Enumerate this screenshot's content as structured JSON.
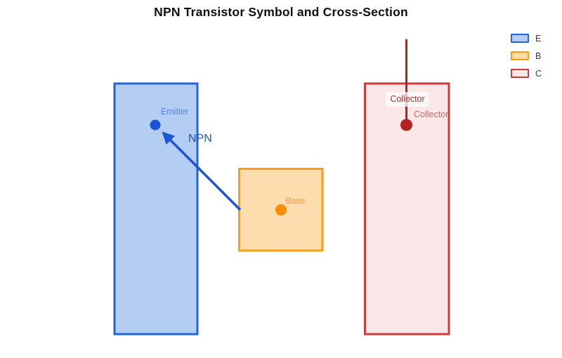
{
  "title": "NPN Transistor Symbol and Cross-Section",
  "legend": {
    "items": [
      {
        "label": "E",
        "fill": "#b3cdf3",
        "border": "#2165dd"
      },
      {
        "label": "B",
        "fill": "#fddcad",
        "border": "#ff9d0f"
      },
      {
        "label": "C",
        "fill": "#fbe7e8",
        "border": "#cc3b3b"
      }
    ]
  },
  "labels": {
    "emitter": "Emitter",
    "npn": "NPN",
    "base": "Base",
    "collector_region": "Collector",
    "collector_terminal": "Collector"
  },
  "colors": {
    "emitter_region_fill": "#b3cdf3",
    "emitter_region_border": "#2165dd",
    "base_region_fill": "#fddcad",
    "base_region_border": "#ff9d0f",
    "collector_region_fill": "#fbe7e8",
    "collector_region_border": "#cc3b3b",
    "emitter_terminal_dot": "#1c54d6",
    "base_terminal_dot": "#f98e04",
    "collector_terminal_dot": "#b42121",
    "collector_lead_line": "#b42121",
    "npn_arrow": "#1c54d6",
    "title_text": "#111111",
    "legend_text": "#3a3a3a"
  }
}
